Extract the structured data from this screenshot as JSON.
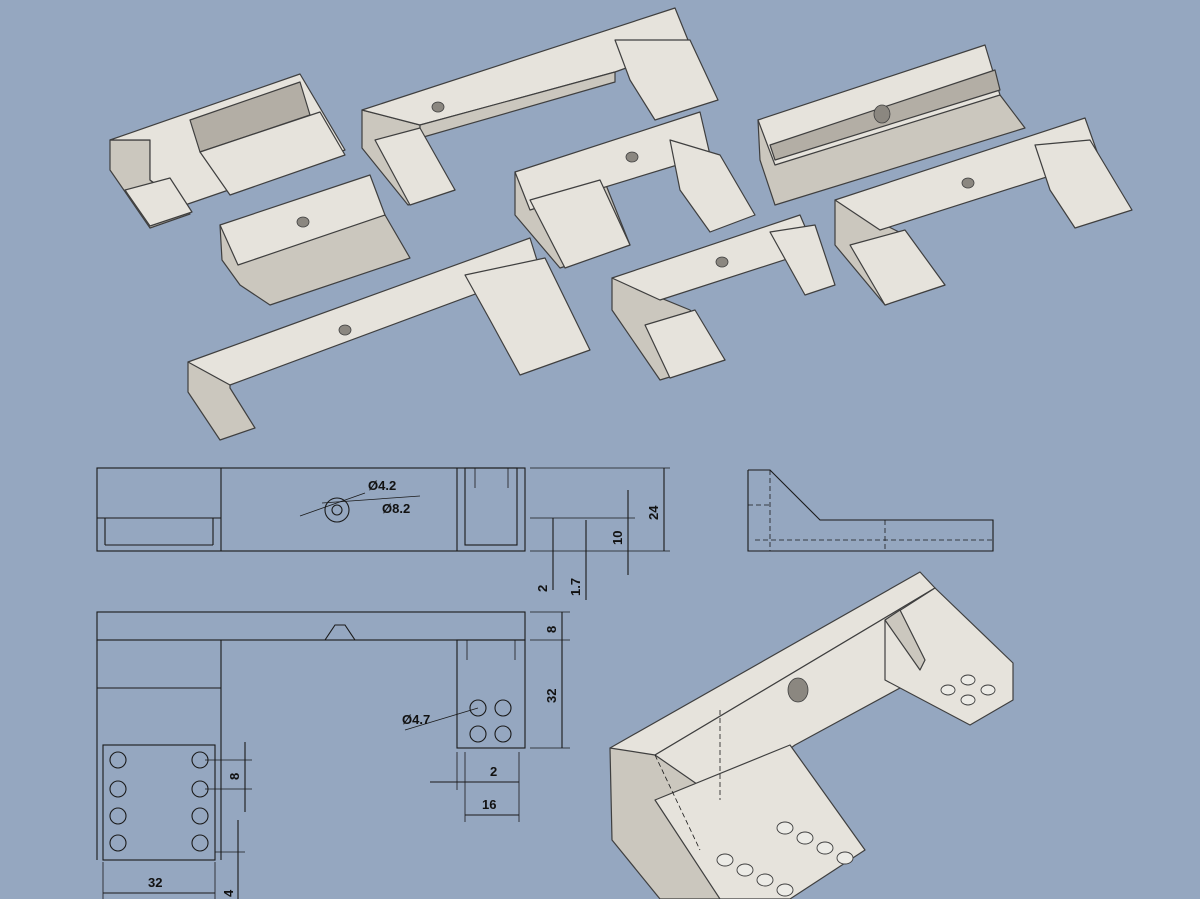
{
  "dimensions": {
    "hole_small": "Ø4.2",
    "hole_counterbore": "Ø8.2",
    "height_total": "24",
    "height_inner": "10",
    "wall_thickness": "2",
    "floor_thickness": "1.7",
    "top_thickness": "8",
    "tab_depth": "32",
    "stud_hole": "Ø4.7",
    "tab_wall": "2",
    "tab_width": "16",
    "stud_pitch": "8",
    "plate_width": "32",
    "edge_offset": "4"
  },
  "colors": {
    "background": "#95a7c0",
    "part_top": "#e6e3dc",
    "part_side": "#cbc7be",
    "line": "#1a1a1a"
  }
}
